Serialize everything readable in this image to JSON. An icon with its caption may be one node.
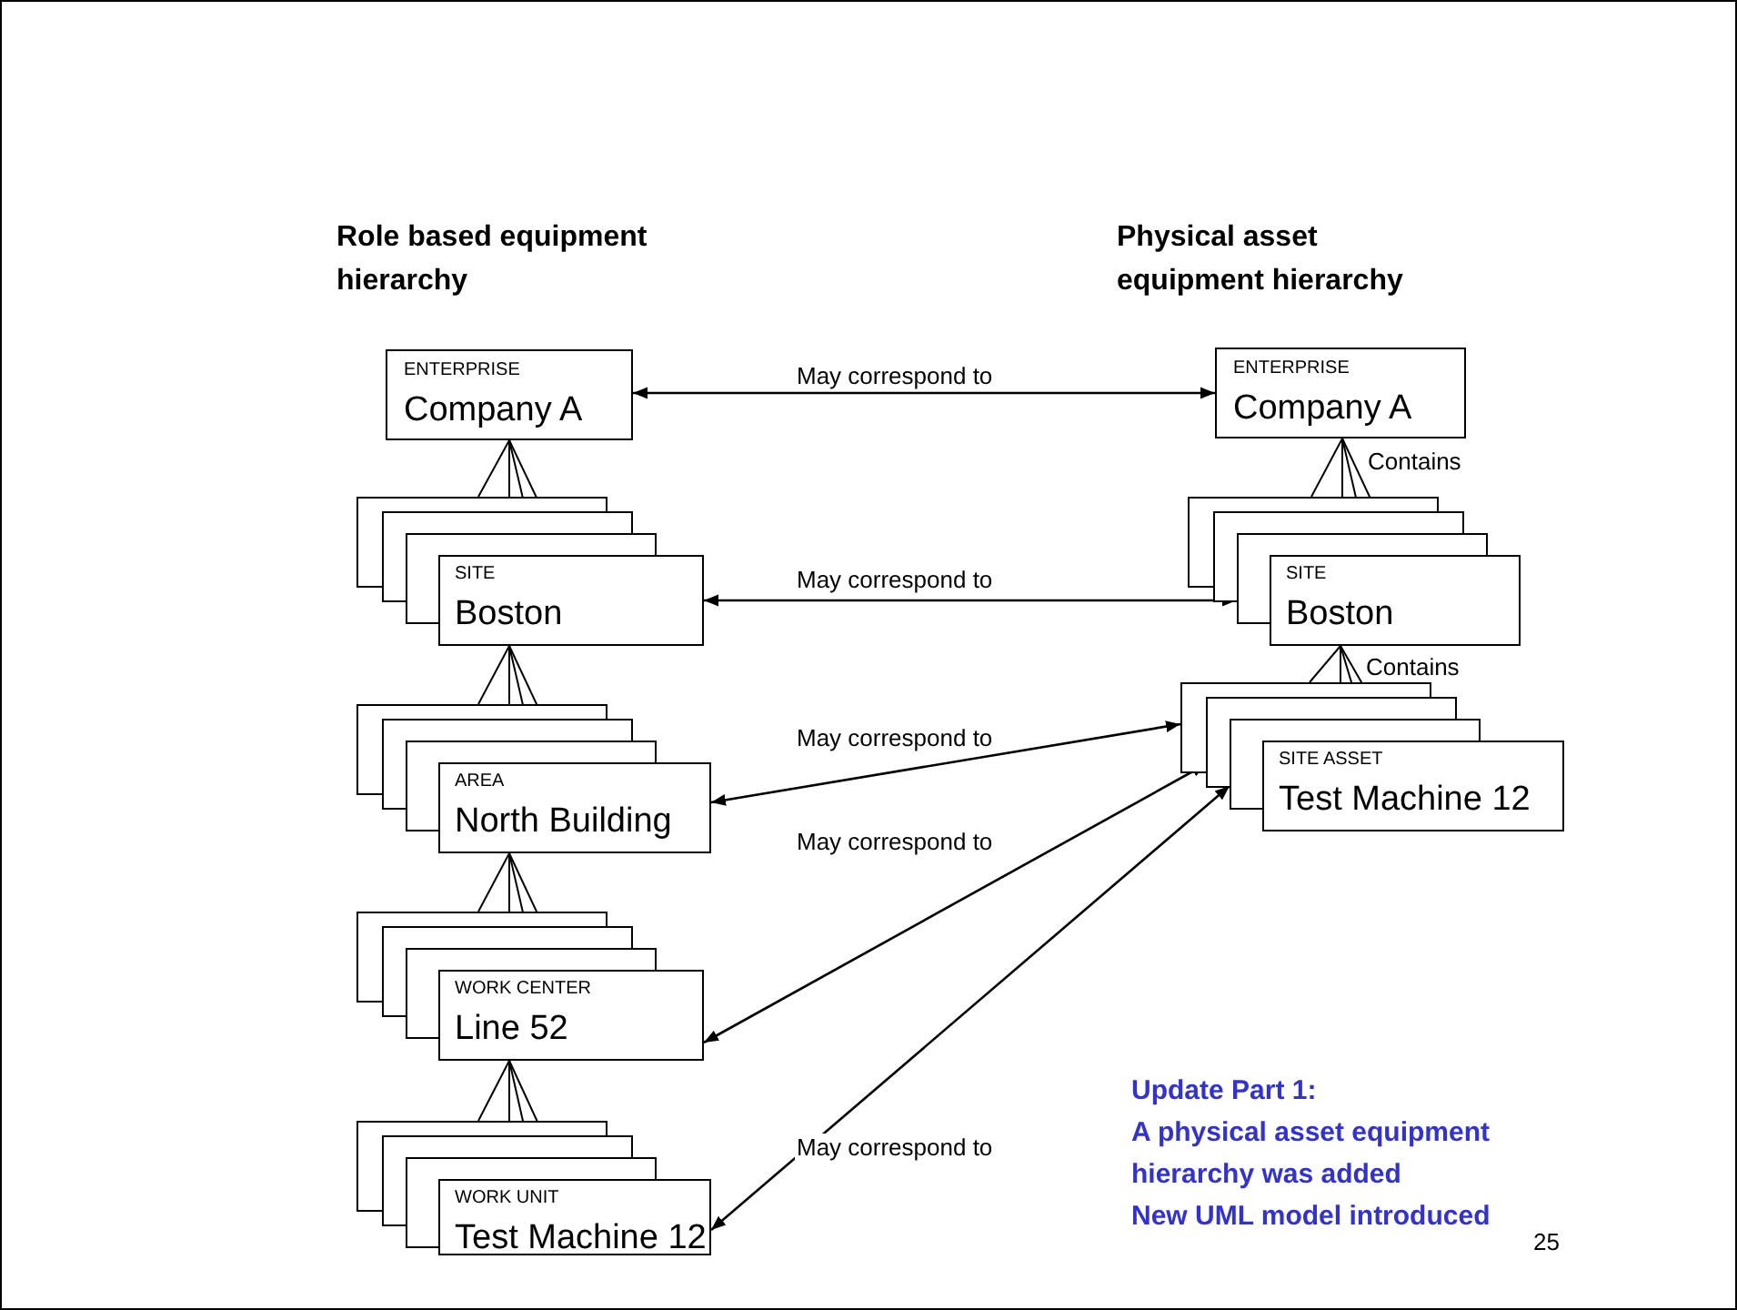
{
  "diagram": {
    "nodes": [
      {
        "text": [
          "ENTERPRISE",
          "Company A"
        ]
      },
      {
        "text": [
          "SITE",
          "Boston"
        ]
      },
      {
        "text": [
          "AREA",
          "North Building"
        ]
      },
      {
        "text": [
          "WORK CENTER",
          "Line 52"
        ]
      },
      {
        "text": [
          "WORK UNIT",
          "Test Machine 12"
        ]
      },
      {
        "text": [
          "ENTERPRISE",
          "Company A"
        ]
      },
      {
        "text": [
          "SITE",
          "Boston"
        ]
      },
      {
        "text": [
          "SITE ASSET",
          "Test Machine 12"
        ]
      }
    ],
    "edges": [
      {
        "from": 0,
        "to": 1,
        "arrow": "none"
      },
      {
        "from": 0,
        "to": 1,
        "arrow": "none"
      },
      {
        "from": 0,
        "to": 1,
        "arrow": "none"
      },
      {
        "from": 0,
        "to": 1,
        "arrow": "none"
      },
      {
        "from": 1,
        "to": 2,
        "arrow": "none"
      },
      {
        "from": 1,
        "to": 2,
        "arrow": "none"
      },
      {
        "from": 1,
        "to": 2,
        "arrow": "none"
      },
      {
        "from": 1,
        "to": 2,
        "arrow": "none"
      },
      {
        "from": 2,
        "to": 3,
        "arrow": "none"
      },
      {
        "from": 2,
        "to": 3,
        "arrow": "none"
      },
      {
        "from": 2,
        "to": 3,
        "arrow": "none"
      },
      {
        "from": 2,
        "to": 3,
        "arrow": "none"
      },
      {
        "from": 3,
        "to": 4,
        "arrow": "none"
      },
      {
        "from": 3,
        "to": 4,
        "arrow": "none"
      },
      {
        "from": 3,
        "to": 4,
        "arrow": "none"
      },
      {
        "from": 3,
        "to": 4,
        "arrow": "none"
      },
      {
        "from": 5,
        "to": 6,
        "arrow": "none"
      },
      {
        "from": 5,
        "to": 6,
        "arrow": "none"
      },
      {
        "from": 5,
        "to": 6,
        "arrow": "none"
      },
      {
        "from": 5,
        "to": 6,
        "arrow": "none",
        "label": "Contains"
      },
      {
        "from": 6,
        "to": 7,
        "arrow": "none"
      },
      {
        "from": 6,
        "to": 7,
        "arrow": "none"
      },
      {
        "from": 6,
        "to": 7,
        "arrow": "none"
      },
      {
        "from": 6,
        "to": 7,
        "arrow": "none",
        "label": "Contains"
      },
      {
        "from": 0,
        "to": 5,
        "arrow": "both",
        "label": "May correspond to"
      },
      {
        "from": 1,
        "to": 6,
        "arrow": "both",
        "label": "May correspond to"
      },
      {
        "from": 2,
        "to": 7,
        "arrow": "both",
        "label": "May correspond to"
      },
      {
        "from": 3,
        "to": 7,
        "arrow": "both",
        "label": "May correspond to"
      },
      {
        "from": 4,
        "to": 7,
        "arrow": "both",
        "label": "May correspond to"
      }
    ],
    "labels": [
      "Role based equipment hierarchy",
      "Physical asset equipment hierarchy",
      "Update Part 1:",
      "A physical asset equipment hierarchy was added",
      "New UML model introduced",
      "25"
    ]
  }
}
